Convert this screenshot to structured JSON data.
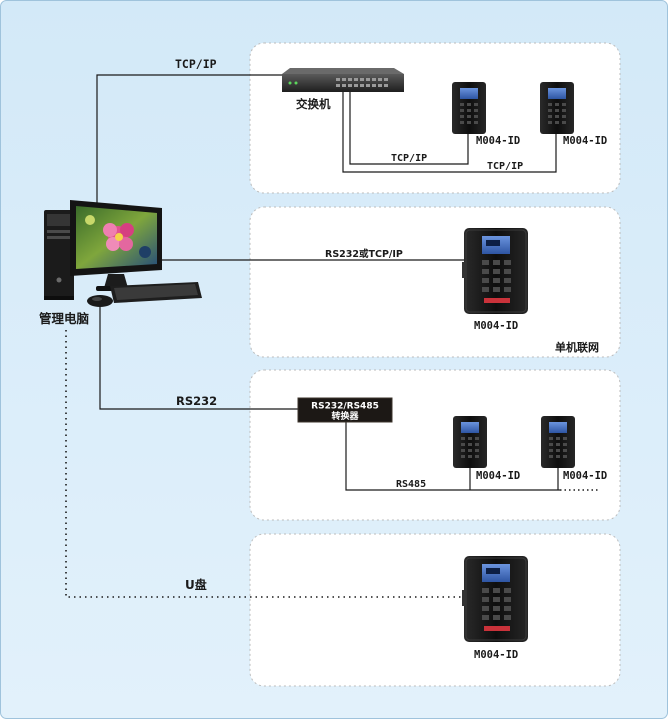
{
  "computer": {
    "label": "管理电脑"
  },
  "sections": {
    "tcpip": {
      "link_label": "TCP/IP",
      "switch_label": "交换机",
      "device1_label": "M004-ID",
      "device2_label": "M004-ID",
      "sub_link1_label": "TCP/IP",
      "sub_link2_label": "TCP/IP"
    },
    "standalone": {
      "link_label": "RS232或TCP/IP",
      "device_label": "M004-ID",
      "section_label": "单机联网"
    },
    "rs485": {
      "link_label": "RS232",
      "converter_line1": "RS232/RS485",
      "converter_line2": "转换器",
      "bus_label": "RS485",
      "device1_label": "M004-ID",
      "device2_label": "M004-ID"
    },
    "usb": {
      "link_label": "U盘",
      "device_label": "M004-ID"
    }
  },
  "colors": {
    "background": "#d9ecf8",
    "panel": "#ffffff",
    "panel_border": "#bcbcbc",
    "line": "#1a1a1a",
    "switch_body": "#2e2e2e",
    "converter_body": "#1c1815",
    "device_body": "#121212",
    "device_screen": "#3d66b8"
  }
}
